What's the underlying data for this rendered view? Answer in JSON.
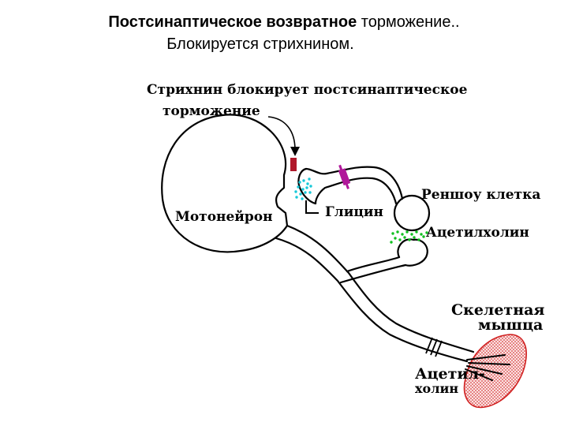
{
  "title": {
    "bold": "Постсинаптическое возвратное",
    "rest": " торможение..",
    "line2": "Блокируется стрихнином."
  },
  "diagram": {
    "strychnine_label_1": "Стрихнин блокирует постсинаптическое",
    "strychnine_label_2": "торможение",
    "motoneuron": "Мотонейрон",
    "glycine": "Глицин",
    "renshaw": "Реншоу клетка",
    "acetylcholine": "Ацетилхолин",
    "muscle_1": "Скелетная",
    "muscle_2": "мышца",
    "ach_muscle_1": "Ацетил-",
    "ach_muscle_2": "холин"
  },
  "colors": {
    "strychnine_marker": "#b0182a",
    "receptor_marker": "#b0189a",
    "glycine_dots": "#18c8d8",
    "acetylcholine_dots": "#10c020",
    "muscle_fill": "#f4b8b8",
    "muscle_outline": "#d02020"
  }
}
